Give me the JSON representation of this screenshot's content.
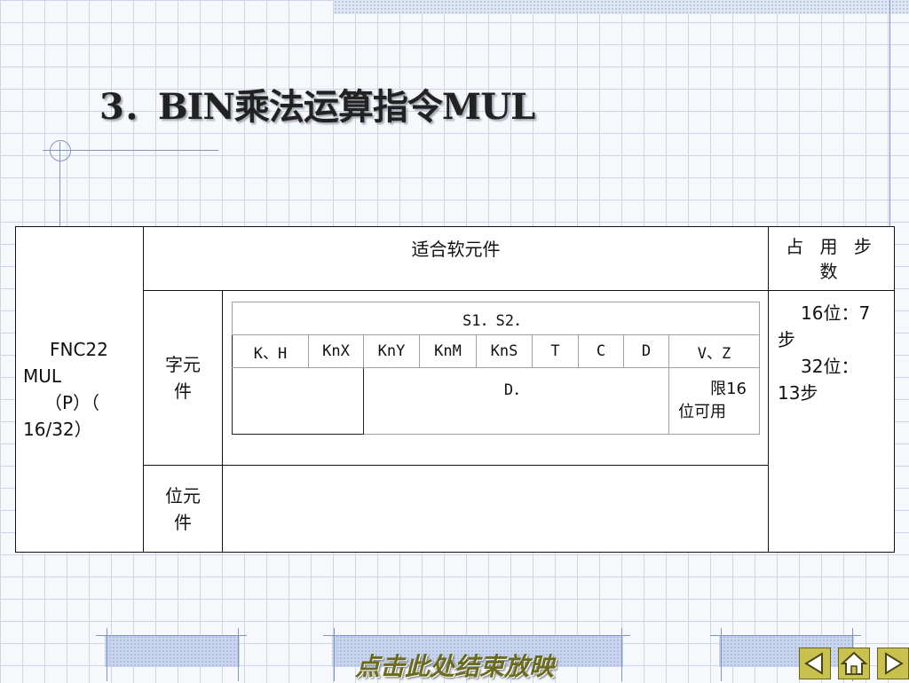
{
  "title": "3．BIN乘法运算指令MUL",
  "table": {
    "fnc_lines": [
      "FNC22",
      "MUL",
      "（P）（",
      "16/32）"
    ],
    "header_applicable": "适合软元件",
    "header_steps": [
      "占 用 步",
      "数"
    ],
    "word_device_label": [
      "字元",
      "件"
    ],
    "bit_device_label": [
      "位元",
      "件"
    ],
    "operands_label": "S1．S2．",
    "devices": [
      "K、H",
      "KnX",
      "KnY",
      "KnM",
      "KnS",
      "T",
      "C",
      "D",
      "V、Z"
    ],
    "dest_label": "D．",
    "limit_note": [
      "限16",
      "位可用"
    ],
    "steps_lines": [
      "16位：7",
      "步",
      "32位：",
      "13步"
    ]
  },
  "nav": {
    "end_show": "点击此处结束放映",
    "prev_icon": "previous-arrow-icon",
    "home_icon": "home-icon",
    "next_icon": "next-arrow-icon"
  },
  "colors": {
    "grid": "#cdd6e8",
    "accent_line": "#7f97c6",
    "nav_button": "#c9c14e",
    "end_show_text": "#6b6b1e"
  }
}
